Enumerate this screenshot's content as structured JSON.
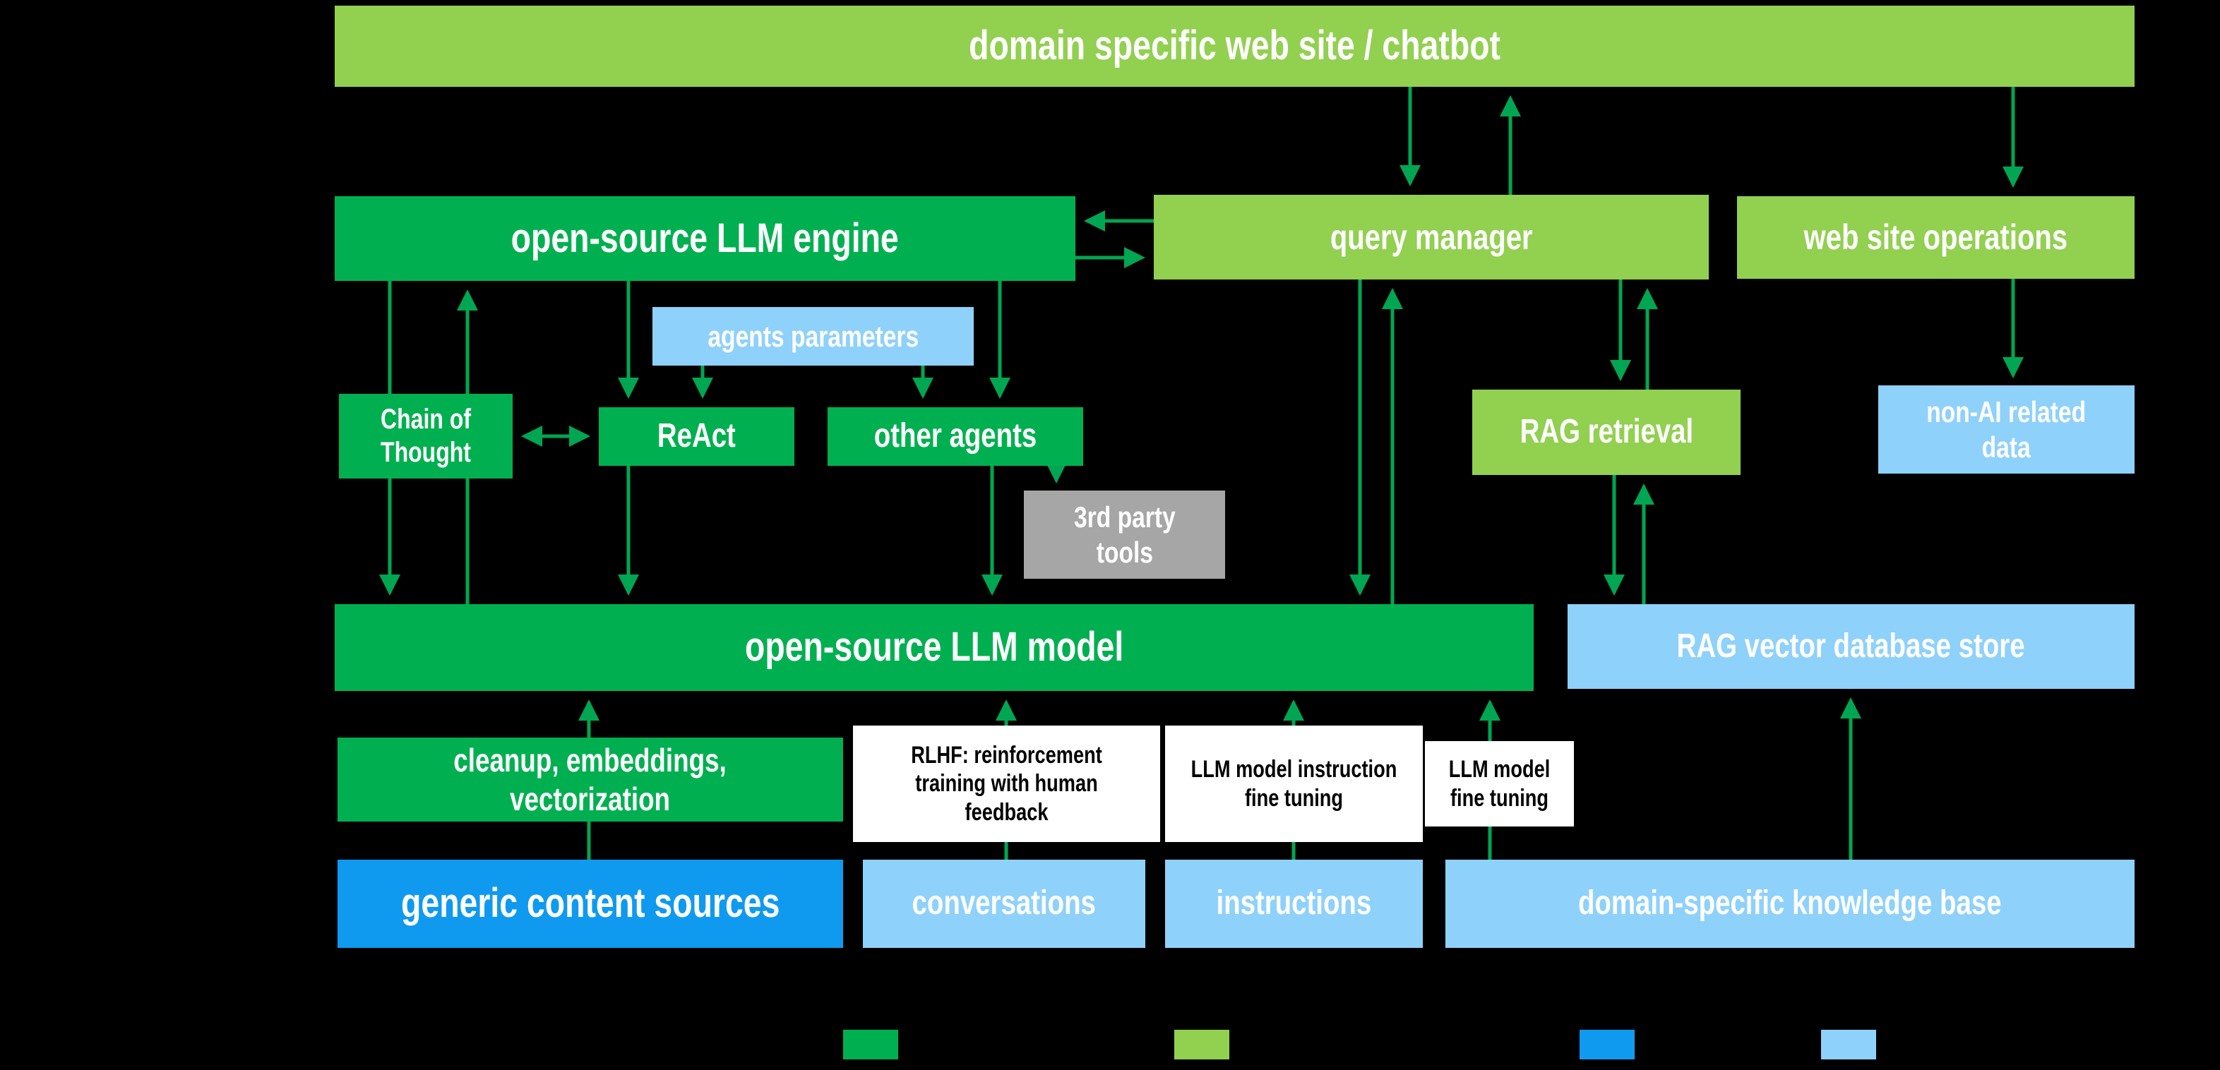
{
  "diagram_title": "domain specific web site / chatbot",
  "nodes": {
    "chatbot": {
      "label": "domain specific web site / chatbot",
      "color": "#92D050"
    },
    "engine": {
      "label": "open-source LLM engine",
      "color": "#00B050"
    },
    "query_manager": {
      "label": "query manager",
      "color": "#92D050"
    },
    "web_ops": {
      "label": "web site operations",
      "color": "#92D050"
    },
    "agents_params": {
      "label": "agents parameters",
      "color": "#8ED1FB"
    },
    "chain_of_thought": {
      "label": "Chain of\nThought",
      "color": "#00B050"
    },
    "react": {
      "label": "ReAct",
      "color": "#00B050"
    },
    "other_agents": {
      "label": "other agents",
      "color": "#00B050"
    },
    "rag_retrieval": {
      "label": "RAG retrieval",
      "color": "#92D050"
    },
    "non_ai": {
      "label": "non-AI related\ndata",
      "color": "#8ED1FB"
    },
    "third_party": {
      "label": "3rd party\ntools",
      "color": "#A6A6A6"
    },
    "llm_model": {
      "label": "open-source LLM model",
      "color": "#00B050"
    },
    "rag_store": {
      "label": "RAG vector database store",
      "color": "#8ED1FB"
    },
    "cleanup": {
      "label": "cleanup, embeddings,\nvectorization",
      "color": "#00B050"
    },
    "rlhf": {
      "prefix": "RLHF",
      "rest": ": reinforcement training with human feedback",
      "color": "#FFFFFF"
    },
    "instruction_ft": {
      "label": "LLM model instruction fine tuning",
      "color": "#FFFFFF"
    },
    "fine_tuning": {
      "label": "LLM model fine tuning",
      "color": "#FFFFFF"
    },
    "generic_sources": {
      "label": "generic content sources",
      "color": "#0F9AF0"
    },
    "conversations": {
      "label": "conversations",
      "color": "#8ED1FB"
    },
    "instructions": {
      "label": "instructions",
      "color": "#8ED1FB"
    },
    "knowledge_base": {
      "label": "domain-specific knowledge base",
      "color": "#8ED1FB"
    }
  },
  "colors": {
    "dark_green": "#00B050",
    "light_green": "#92D050",
    "bright_blue": "#0F9AF0",
    "light_blue": "#8ED1FB",
    "gray": "#A6A6A6",
    "white_box": "#FFFFFF",
    "arrow_green": "#00A651",
    "background": "#000000"
  },
  "legend": {
    "chips": [
      {
        "name": "dark-green-chip",
        "style": "background:#00B050"
      },
      {
        "name": "light-green-chip",
        "style": "background:#92D050"
      },
      {
        "name": "bright-blue-chip",
        "style": "background:#0F9AF0"
      },
      {
        "name": "light-blue-chip",
        "style": "background:#8ED1FB"
      }
    ]
  }
}
